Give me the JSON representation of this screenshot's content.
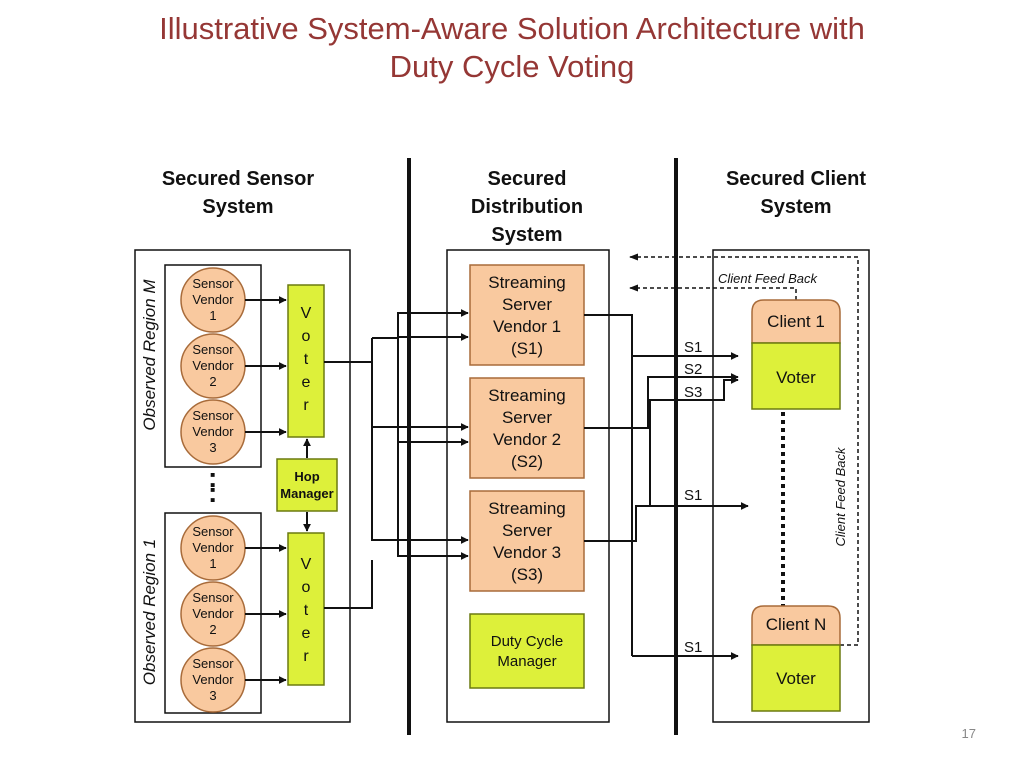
{
  "title": {
    "line1": "Illustrative System-Aware Solution Architecture with",
    "line2": "Duty Cycle Voting"
  },
  "slide_number": "17",
  "colors": {
    "title": "#953735",
    "peach": "#f9c99f",
    "lime": "#ddf03a"
  },
  "sections": {
    "sensor": {
      "line1": "Secured Sensor",
      "line2": "System"
    },
    "distribution": {
      "line1": "Secured",
      "line2": "Distribution",
      "line3": "System"
    },
    "client": {
      "line1": "Secured Client",
      "line2": "System"
    }
  },
  "regions": {
    "top": "Observed Region M",
    "bottom": "Observed Region 1"
  },
  "sensors": [
    {
      "l1": "Sensor",
      "l2": "Vendor",
      "l3": "1"
    },
    {
      "l1": "Sensor",
      "l2": "Vendor",
      "l3": "2"
    },
    {
      "l1": "Sensor",
      "l2": "Vendor",
      "l3": "3"
    }
  ],
  "voter_letters": [
    "V",
    "o",
    "t",
    "e",
    "r"
  ],
  "ellipsis": ":",
  "hop_manager": {
    "l1": "Hop",
    "l2": "Manager"
  },
  "servers": [
    {
      "l1": "Streaming",
      "l2": "Server",
      "l3": "Vendor 1",
      "l4": "(S1)"
    },
    {
      "l1": "Streaming",
      "l2": "Server",
      "l3": "Vendor 2",
      "l4": "(S2)"
    },
    {
      "l1": "Streaming",
      "l2": "Server",
      "l3": "Vendor 3",
      "l4": "(S3)"
    }
  ],
  "duty_cycle": {
    "l1": "Duty Cycle",
    "l2": "Manager"
  },
  "signals": {
    "s1": "S1",
    "s2": "S2",
    "s3": "S3"
  },
  "client_feedback": "Client Feed Back",
  "clients": {
    "first": "Client 1",
    "last": "Client N",
    "voter": "Voter"
  }
}
